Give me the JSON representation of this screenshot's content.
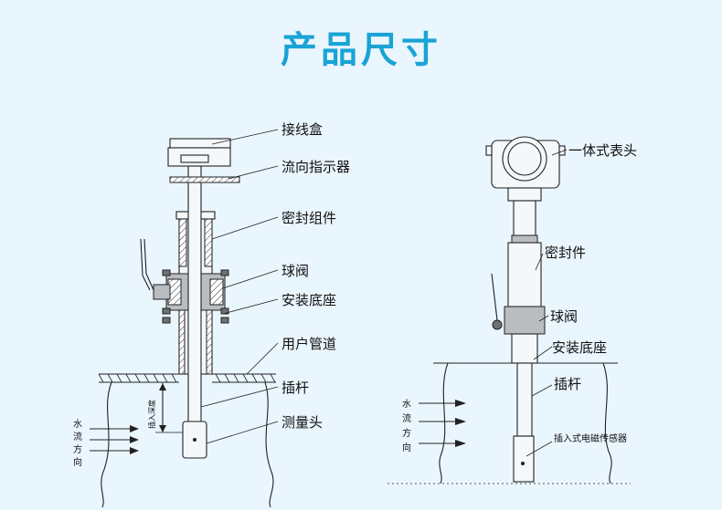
{
  "title": "产品尺寸",
  "left_diagram": {
    "labels": {
      "junction_box": "接线盒",
      "flow_indicator": "流向指示器",
      "seal_assembly": "密封组件",
      "ball_valve": "球阀",
      "install_base": "安装底座",
      "user_pipe": "用户管道",
      "insert_rod": "插杆",
      "measuring_head": "测量头",
      "insertion_depth": "插入深度"
    },
    "flow_direction": [
      "水",
      "流",
      "方",
      "向"
    ]
  },
  "right_diagram": {
    "labels": {
      "integrated_head": "一体式表头",
      "seal_piece": "密封件",
      "ball_valve": "球阀",
      "install_base": "安装底座",
      "insert_rod": "插杆",
      "sensor": "插入式电磁传感器"
    },
    "flow_direction": [
      "水",
      "流",
      "方",
      "向"
    ]
  }
}
